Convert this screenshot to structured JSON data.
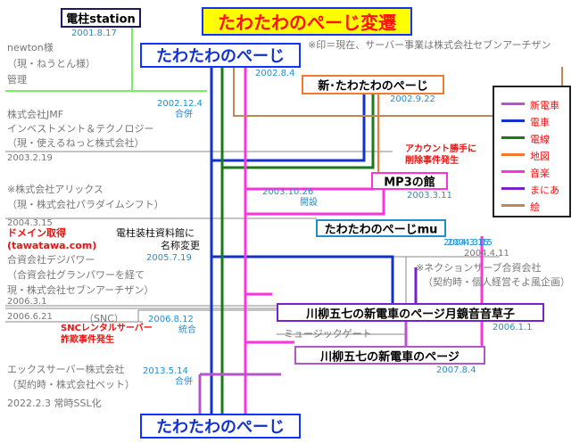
{
  "title": "たわたわのぺーじ変遷",
  "note": "※印＝現在、サーバー事業は株式会社セブンアーチザン",
  "colors": {
    "shin_densha": "#b455c9",
    "densha": "#1133cc",
    "densen": "#1a7a1a",
    "chizu": "#f07a30",
    "ongaku": "#ff33dd",
    "manga": "#7722cc",
    "e": "#c08850",
    "gray": "#888888",
    "green_light": "#77ee66",
    "title_bg": "#ffff00",
    "title_border": "#1133ff",
    "title_text": "#ff1111"
  },
  "legend": [
    {
      "label": "新電車",
      "color": "#b455c9"
    },
    {
      "label": "電車",
      "color": "#1133cc"
    },
    {
      "label": "電線",
      "color": "#1a7a1a"
    },
    {
      "label": "地図",
      "color": "#f07a30"
    },
    {
      "label": "音楽",
      "color": "#ff33dd"
    },
    {
      "label": "まにあ",
      "color": "#7722cc"
    },
    {
      "label": "絵",
      "color": "#c08850"
    }
  ],
  "sites": {
    "denchu_station": {
      "name": "電柱station",
      "date": "2001.8.17"
    },
    "tawatawa_top": {
      "name": "たわたわのぺーじ",
      "date": "2002.8.4"
    },
    "shin_tawatawa": {
      "name": "新･たわたわのぺーじ",
      "date": "2002.9.22"
    },
    "mp3": {
      "name": "MP3の館",
      "date": "2003.3.11"
    },
    "tawatawa_mu": {
      "name": "たわたわのぺーじmu",
      "date": "2004.3.15"
    },
    "senryu_getsukyo": {
      "name": "川柳五七の新電車のページ月鏡音音草子",
      "date": "2006.1.1"
    },
    "senryu_shin": {
      "name": "川柳五七の新電車のページ",
      "date": "2007.8.4"
    },
    "tawatawa_bottom": {
      "name": "たわたわのぺーじ"
    }
  },
  "left": {
    "newton": [
      "newton様",
      "（現・ねうとん様）",
      "管理"
    ],
    "jmf": [
      "株式会社JMF",
      "インベストメント＆テクノロジー",
      "（現・使えるねっと株式会社）"
    ],
    "jmf_date": "2003.2.19",
    "alice": [
      "※株式会社アリックス",
      "（現・株式会社パラダイムシフト）"
    ],
    "alice_date": "2004.3.15",
    "domain_label": "ドメイン取得",
    "domain_name": "(tawatawa.com)",
    "depower": [
      "合資会社デジパワー",
      "（合資会社グランパワーを経て",
      "現・株式会社セブンアーチザン）"
    ],
    "depower_date": "2006.3.1",
    "snc_date": "2006.6.21",
    "snc_label": "（SNC）",
    "snc_fraud": [
      "SNCレンタルサーバー",
      "詐欺事件発生"
    ],
    "xserver": [
      "エックスサーバー株式会社",
      "（契約時・株式会社ベット）"
    ],
    "ssl": "2022.2.3 常時SSL化"
  },
  "events": {
    "d2002_12_4": "2002.12.4",
    "merge1": "合併",
    "d2003_10_26": "2003.10.26",
    "kaisetsu": "開設",
    "account_del": [
      "アカウント勝手に",
      "削除事件発生"
    ],
    "denchu_shiryo": [
      "電柱装柱資料館に",
      "名称変更"
    ],
    "d2005_7_19": "2005.7.19",
    "d2004_3_15b": "2004.3.15",
    "d2004_4_11": "2004.4.11",
    "nection": [
      "※ネクションサーブ合資会社",
      "（契約時・個人経営そよ風企画）"
    ],
    "d2006_8_12": "2006.8.12",
    "togo": "統合",
    "music_gate": "ミュージックゲート",
    "d2013_5_14": "2013.5.14",
    "merge2": "合併"
  }
}
